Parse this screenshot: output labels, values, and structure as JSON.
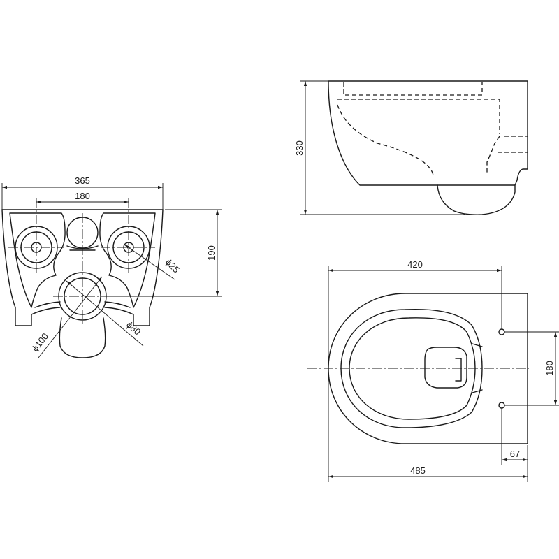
{
  "front_view": {
    "width_dim": "365",
    "hole_spacing_dim": "180",
    "height_dim": "190",
    "hole_dia": "ϕ25",
    "outer_pipe_dia": "ϕ100",
    "inner_pipe_dia": "ϕ80"
  },
  "side_view": {
    "height_dim": "330"
  },
  "top_view": {
    "depth_dim": "420",
    "hole_spacing_dim": "180",
    "total_length_dim": "485",
    "hole_offset_dim": "67"
  }
}
